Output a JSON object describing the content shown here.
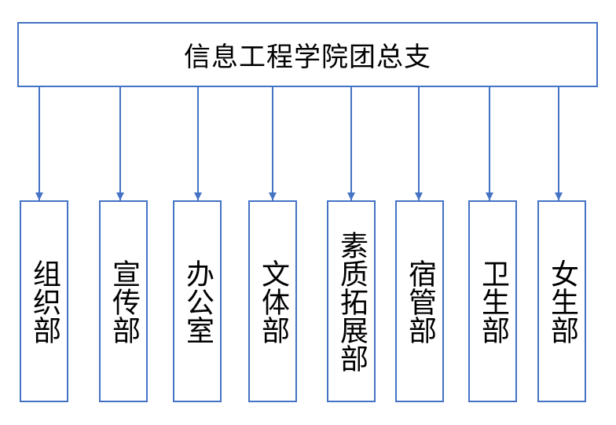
{
  "diagram": {
    "root": {
      "label": "信息工程学院团总支"
    },
    "departments": [
      {
        "label": "组织部"
      },
      {
        "label": "宣传部"
      },
      {
        "label": "办公室"
      },
      {
        "label": "文体部"
      },
      {
        "label": "素质拓展部"
      },
      {
        "label": "宿管部"
      },
      {
        "label": "卫生部"
      },
      {
        "label": "女生部"
      }
    ],
    "colors": {
      "line": "#4472c4",
      "border": "#4472c4",
      "text": "#000000"
    }
  }
}
